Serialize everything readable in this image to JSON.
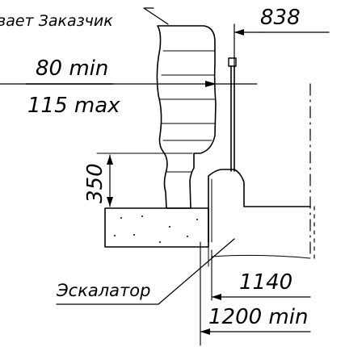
{
  "labels": {
    "customer_note": "вает Заказчик",
    "dim_top": "838",
    "dim_min": "80 min",
    "dim_max": "115 max",
    "dim_height": "350",
    "escalator": "Эскалатор",
    "dim_1140": "1140",
    "dim_1200": "1200 min"
  },
  "colors": {
    "line": "#000000",
    "background": "#ffffff"
  }
}
